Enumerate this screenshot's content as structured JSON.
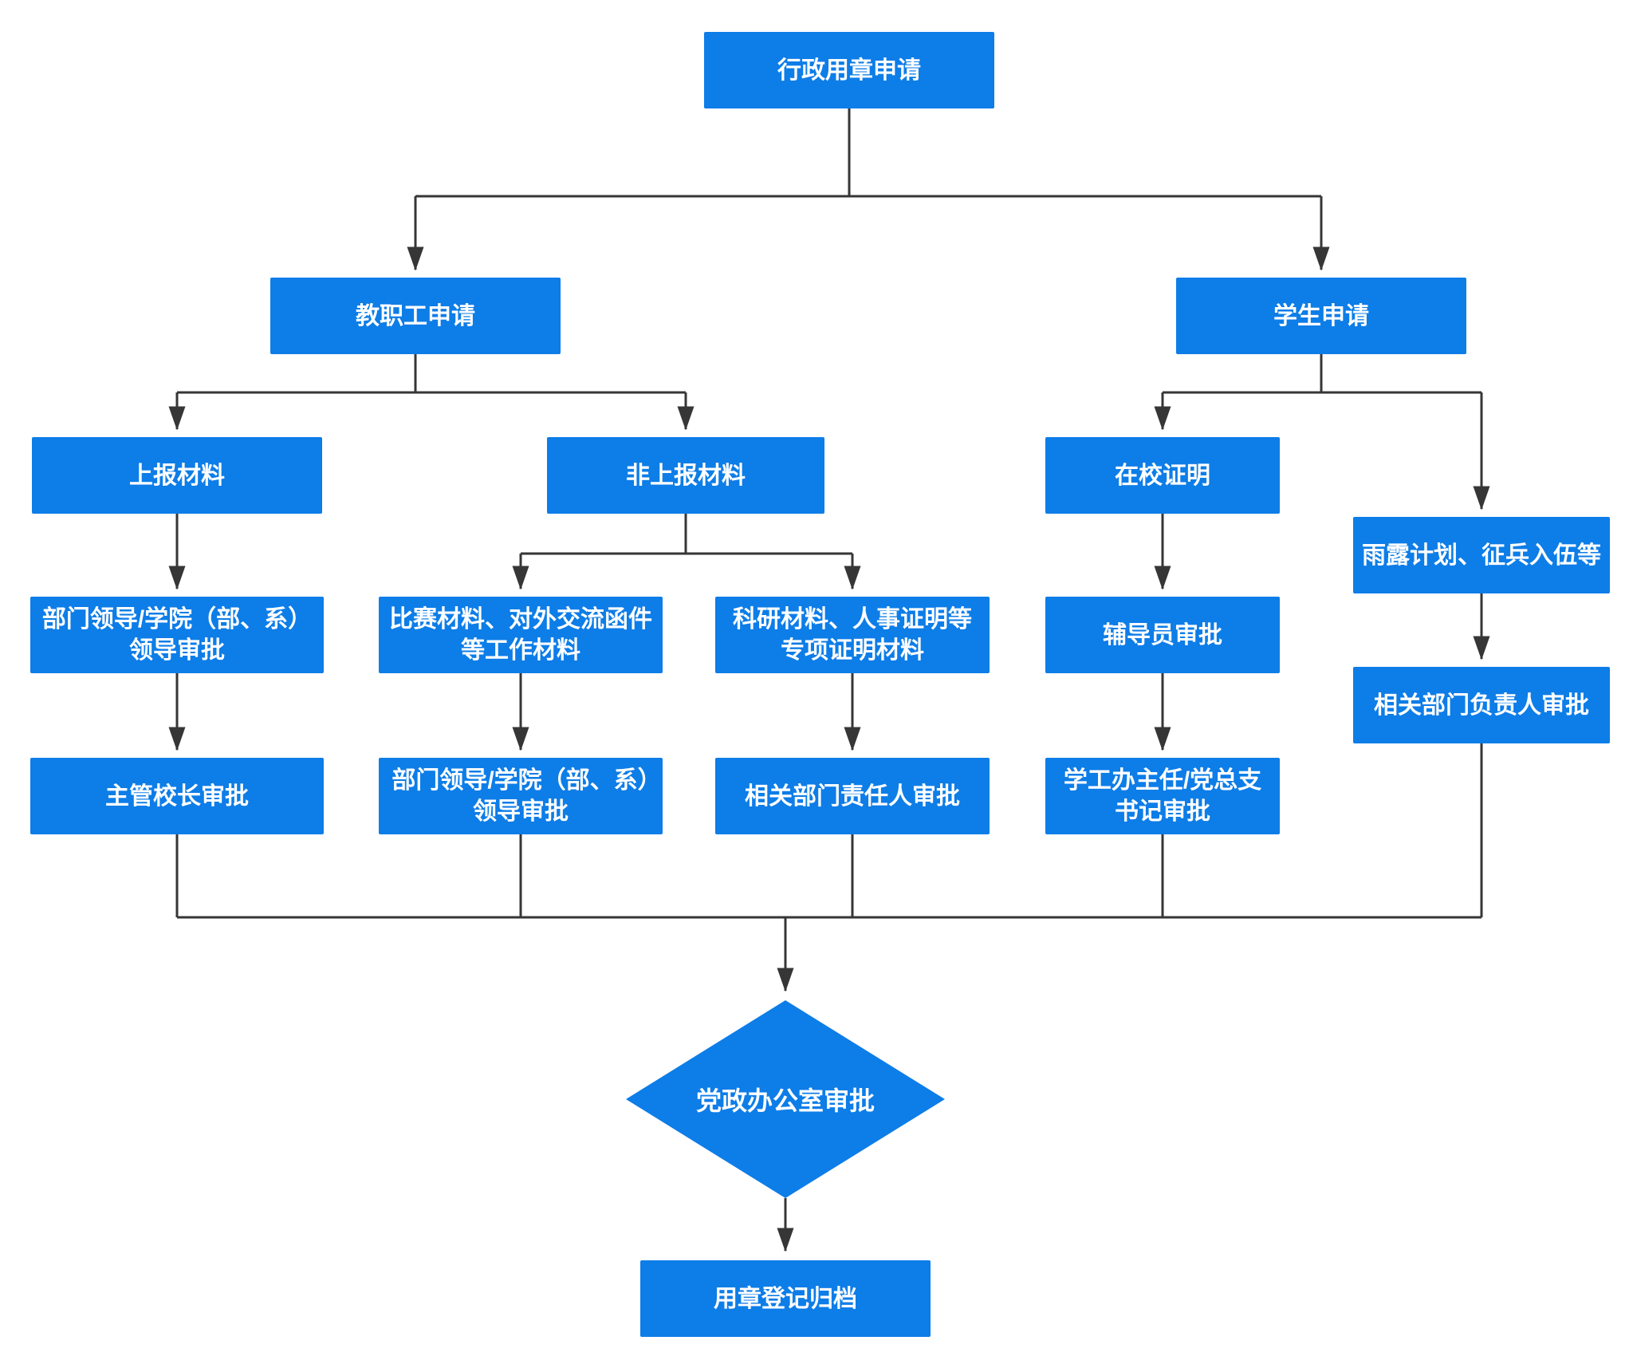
{
  "diagram": {
    "type": "flowchart",
    "colors": {
      "node_fill": "#0d7de8",
      "node_text": "#ffffff",
      "connector": "#363636",
      "background": "#ffffff"
    },
    "nodes": {
      "root": {
        "label": "行政用章申请",
        "shape": "rect"
      },
      "teacher": {
        "label": "教职工申请",
        "shape": "rect"
      },
      "student": {
        "label": "学生申请",
        "shape": "rect"
      },
      "reported": {
        "label": "上报材料",
        "shape": "rect"
      },
      "non_reported": {
        "label": "非上报材料",
        "shape": "rect"
      },
      "leader1": {
        "label": "部门领导/学院（部、系）领导审批",
        "shape": "rect"
      },
      "principal": {
        "label": "主管校长审批",
        "shape": "rect"
      },
      "competition": {
        "label": "比赛材料、对外交流函件等工作材料",
        "shape": "rect"
      },
      "research": {
        "label": "科研材料、人事证明等专项证明材料",
        "shape": "rect"
      },
      "leader2": {
        "label": "部门领导/学院（部、系）领导审批",
        "shape": "rect"
      },
      "dept_responsible": {
        "label": "相关部门责任人审批",
        "shape": "rect"
      },
      "enrollment": {
        "label": "在校证明",
        "shape": "rect"
      },
      "counselor": {
        "label": "辅导员审批",
        "shape": "rect"
      },
      "student_affairs": {
        "label": "学工办主任/党总支书记审批",
        "shape": "rect"
      },
      "yulu": {
        "label": "雨露计划、征兵入伍等",
        "shape": "rect"
      },
      "dept_head": {
        "label": "相关部门负责人审批",
        "shape": "rect"
      },
      "office_review": {
        "label": "党政办公室审批",
        "shape": "diamond"
      },
      "archive": {
        "label": "用章登记归档",
        "shape": "rect"
      }
    },
    "edges": [
      {
        "from": "root",
        "to": "teacher"
      },
      {
        "from": "root",
        "to": "student"
      },
      {
        "from": "teacher",
        "to": "reported"
      },
      {
        "from": "teacher",
        "to": "non_reported"
      },
      {
        "from": "reported",
        "to": "leader1"
      },
      {
        "from": "leader1",
        "to": "principal"
      },
      {
        "from": "non_reported",
        "to": "competition"
      },
      {
        "from": "non_reported",
        "to": "research"
      },
      {
        "from": "competition",
        "to": "leader2"
      },
      {
        "from": "research",
        "to": "dept_responsible"
      },
      {
        "from": "student",
        "to": "enrollment"
      },
      {
        "from": "student",
        "to": "yulu"
      },
      {
        "from": "enrollment",
        "to": "counselor"
      },
      {
        "from": "counselor",
        "to": "student_affairs"
      },
      {
        "from": "yulu",
        "to": "dept_head"
      },
      {
        "from": "principal",
        "to": "office_review"
      },
      {
        "from": "leader2",
        "to": "office_review"
      },
      {
        "from": "dept_responsible",
        "to": "office_review"
      },
      {
        "from": "student_affairs",
        "to": "office_review"
      },
      {
        "from": "dept_head",
        "to": "office_review"
      },
      {
        "from": "office_review",
        "to": "archive"
      }
    ]
  }
}
